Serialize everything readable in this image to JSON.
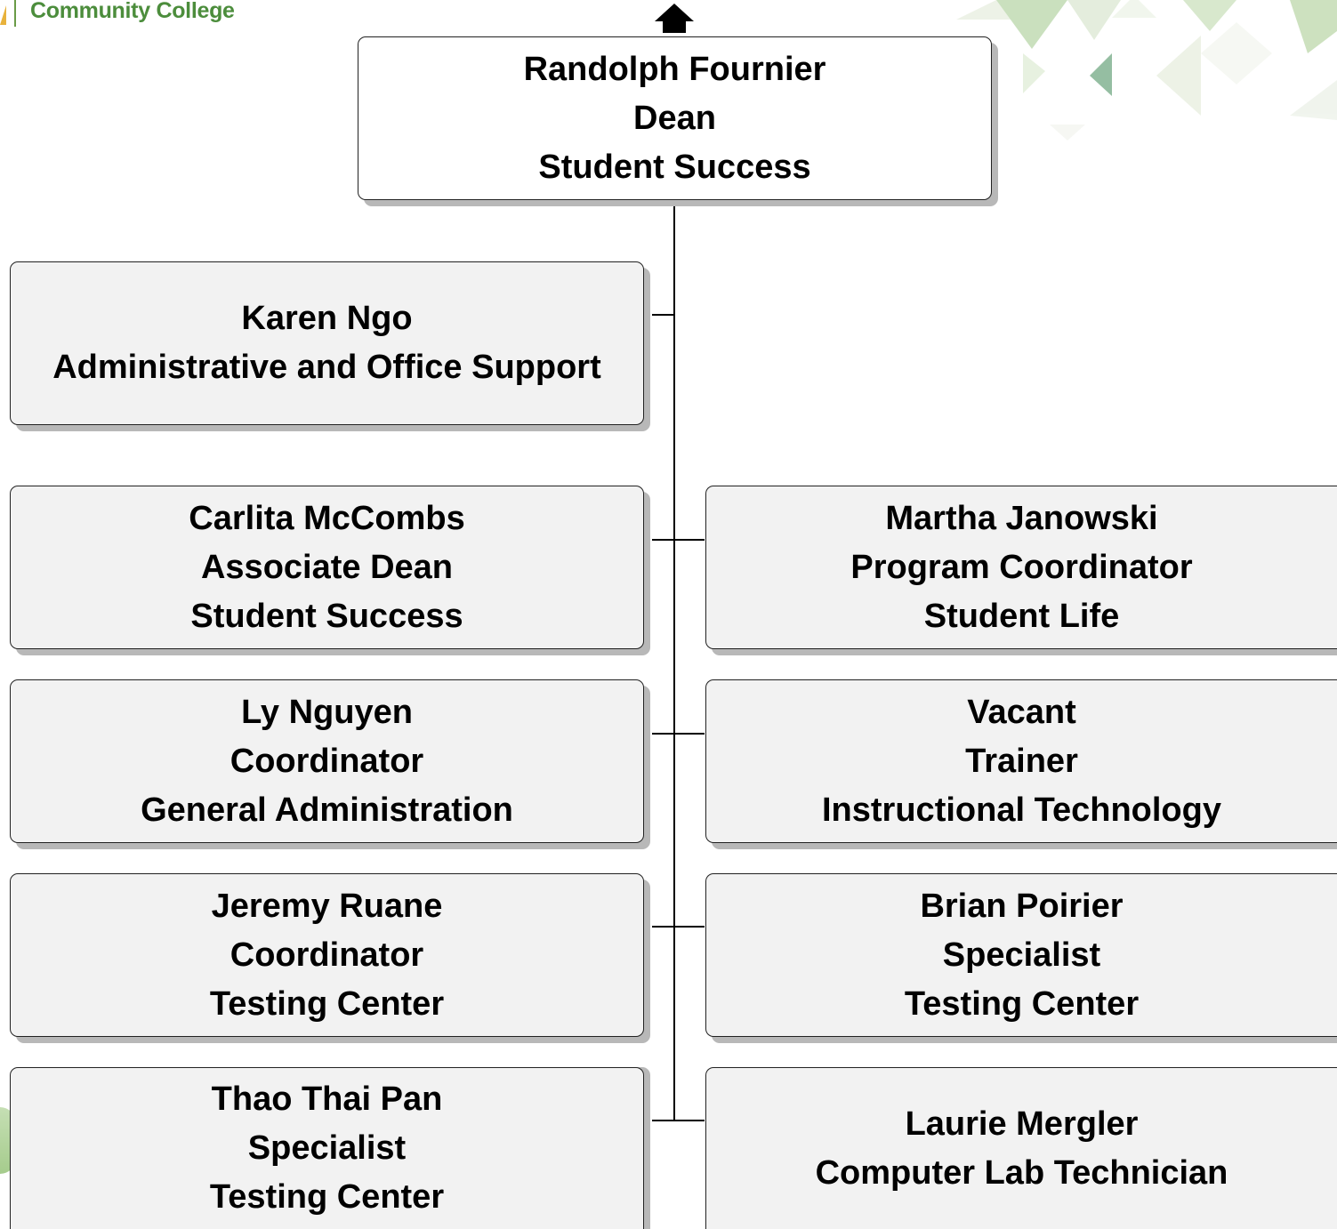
{
  "logo": {
    "text": "Community College"
  },
  "colors": {
    "box_fill": "#f2f2f2",
    "top_fill": "#ffffff",
    "shadow": "#b8b8b8",
    "line": "#000000",
    "logo_green": "#4c8d3c"
  },
  "icons": [
    "up-arrow-icon"
  ],
  "org_chart": {
    "head": {
      "lines": [
        "Randolph Fournier",
        "Dean",
        "Student Success"
      ]
    },
    "reports": [
      {
        "lines": [
          "Karen Ngo",
          "Administrative and Office Support"
        ]
      },
      {
        "lines": [
          "Carlita McCombs",
          "Associate Dean",
          "Student Success"
        ]
      },
      {
        "lines": [
          "Martha Janowski",
          "Program Coordinator",
          "Student Life"
        ]
      },
      {
        "lines": [
          "Ly Nguyen",
          "Coordinator",
          "General Administration"
        ]
      },
      {
        "lines": [
          "Vacant",
          "Trainer",
          "Instructional Technology"
        ]
      },
      {
        "lines": [
          "Jeremy Ruane",
          "Coordinator",
          "Testing Center"
        ]
      },
      {
        "lines": [
          "Brian Poirier",
          "Specialist",
          "Testing Center"
        ]
      },
      {
        "lines": [
          "Thao Thai Pan",
          "Specialist",
          "Testing Center"
        ]
      },
      {
        "lines": [
          "Laurie Mergler",
          "Computer Lab Technician"
        ]
      }
    ]
  }
}
